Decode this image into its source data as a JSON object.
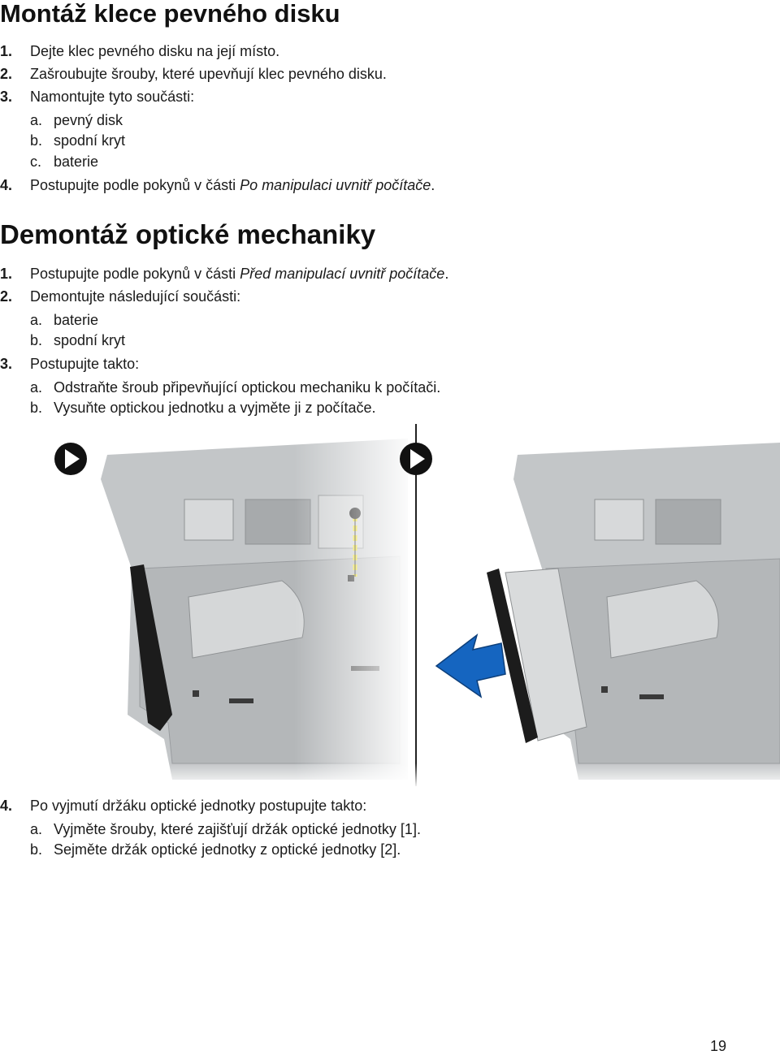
{
  "section1": {
    "title": "Montáž klece pevného disku",
    "steps": [
      {
        "num": "1.",
        "text": "Dejte klec pevného disku na její místo."
      },
      {
        "num": "2.",
        "text": "Zašroubujte šrouby, které upevňují klec pevného disku."
      },
      {
        "num": "3.",
        "text": "Namontujte tyto součásti:"
      },
      {
        "num": "4.",
        "text_before": "Postupujte podle pokynů v části ",
        "text_italic": "Po manipulaci uvnitř počítače",
        "text_after": "."
      }
    ],
    "substeps": [
      {
        "letter": "a.",
        "text": "pevný disk"
      },
      {
        "letter": "b.",
        "text": "spodní kryt"
      },
      {
        "letter": "c.",
        "text": "baterie"
      }
    ]
  },
  "section2": {
    "title": "Demontáž optické mechaniky",
    "steps": [
      {
        "num": "1.",
        "text_before": "Postupujte podle pokynů v části ",
        "text_italic": "Před manipulací uvnitř počítače",
        "text_after": "."
      },
      {
        "num": "2.",
        "text": "Demontujte následující součásti:"
      },
      {
        "num": "3.",
        "text": "Postupujte takto:"
      },
      {
        "num": "4.",
        "text": "Po vyjmutí držáku optické jednotky postupujte takto:"
      }
    ],
    "step2_sub": [
      {
        "letter": "a.",
        "text": "baterie"
      },
      {
        "letter": "b.",
        "text": "spodní kryt"
      }
    ],
    "step3_sub": [
      {
        "letter": "a.",
        "text": "Odstraňte šroub připevňující optickou mechaniku k počítači."
      },
      {
        "letter": "b.",
        "text": "Vysuňte optickou jednotku a vyjměte ji z počítače."
      }
    ],
    "step4_sub": [
      {
        "letter": "a.",
        "text": "Vyjměte šrouby, které zajišťují držák optické jednotky [1]."
      },
      {
        "letter": "b.",
        "text": "Sejměte držák optické jednotky z optické jednotky [2]."
      }
    ]
  },
  "colors": {
    "arrow_blue": "#1565c0",
    "chassis": "#b9bcbe",
    "screw_yellow": "#f2e11a"
  },
  "page_number": "19"
}
